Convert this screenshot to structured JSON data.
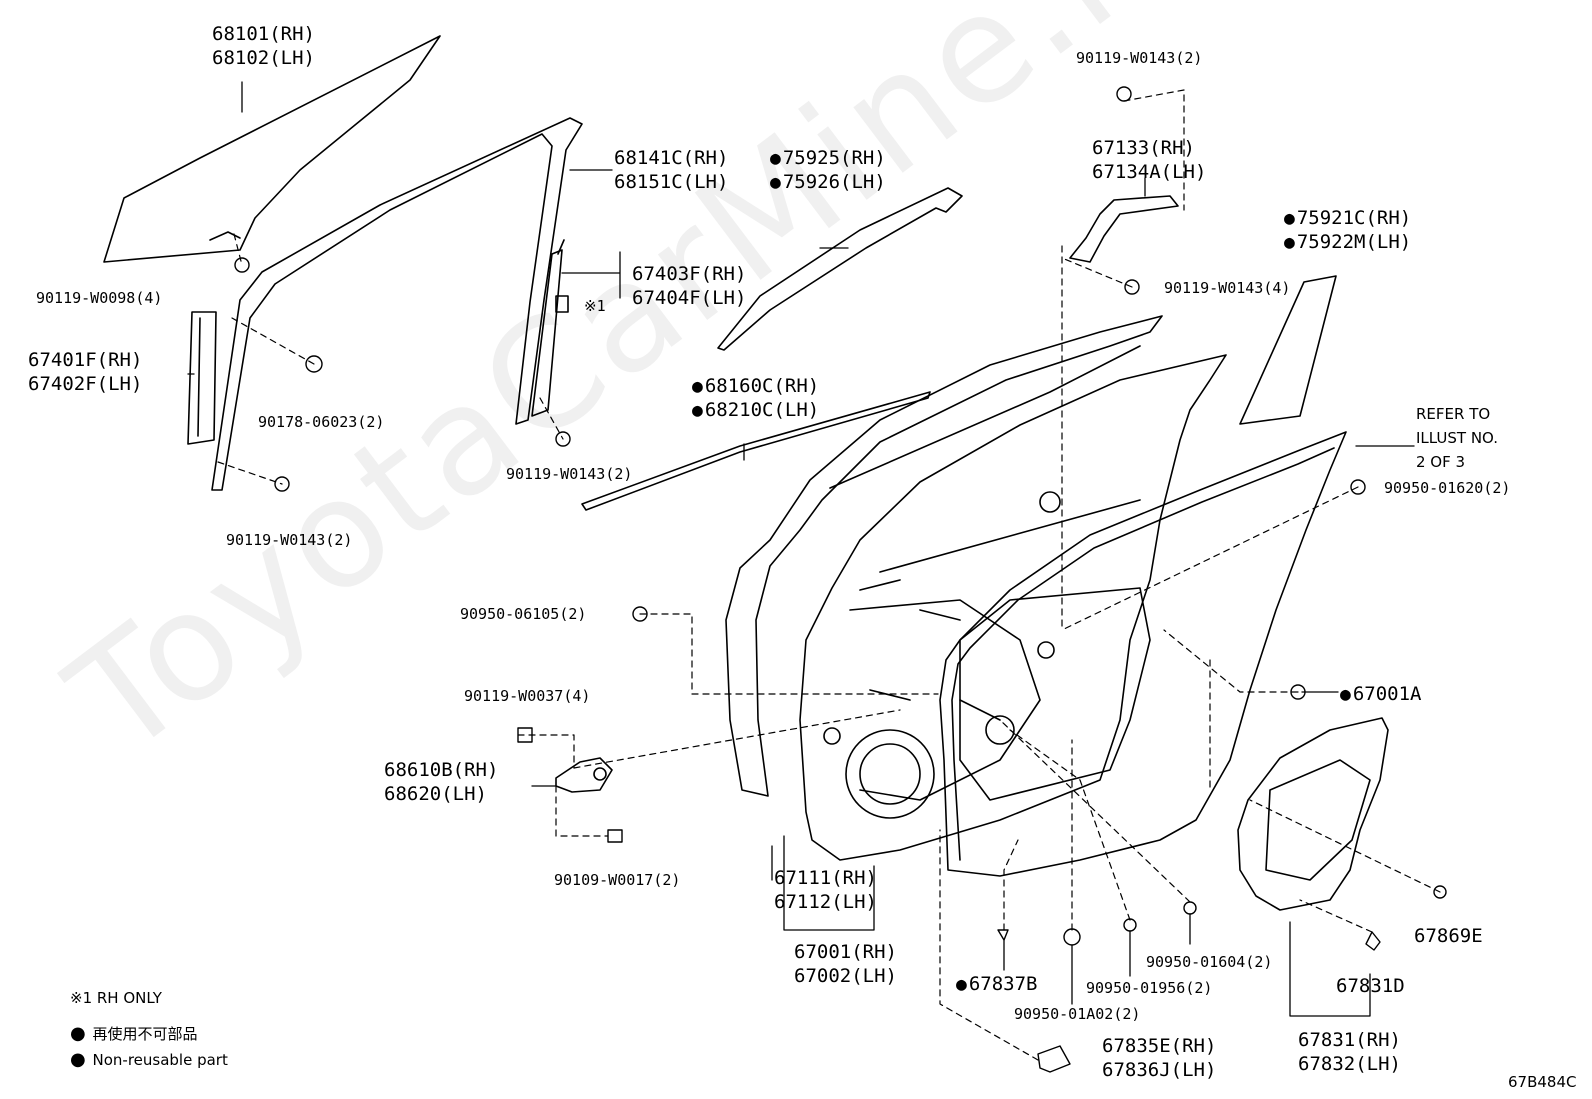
{
  "watermark": "ToyotaCarMine.ru",
  "diagram_code": "67B484C",
  "parts": {
    "glass": [
      "68101(RH)",
      "68102(LH)"
    ],
    "glass_bolt": "90119-W0098(4)",
    "run_front": [
      "67401F(RH)",
      "67402F(LH)"
    ],
    "run_front_nut": "90178-06023(2)",
    "run_front_bolt": "90119-W0143(2)",
    "run_channel": [
      "68141C(RH)",
      "68151C(LH)"
    ],
    "rear_run": [
      "67403F(RH)",
      "67404F(LH)"
    ],
    "rear_run_note": "※1",
    "rear_run_bolt": "90119-W0143(2)",
    "moulding_upper": [
      "75925(RH)",
      "75926(LH)"
    ],
    "weatherstrip_belt": [
      "68160C(RH)",
      "68210C(LH)"
    ],
    "top_bolt": "90119-W0143(2)",
    "frame_sash": [
      "67133(RH)",
      "67134A(LH)"
    ],
    "frame_bolt": "90119-W0143(4)",
    "garnish": [
      "75921C(RH)",
      "75922M(LH)"
    ],
    "refer": [
      "REFER TO",
      "ILLUST NO.",
      "2 OF 3"
    ],
    "clip_right": "90950-01620(2)",
    "plug_a": "67001A",
    "plug_left": "90950-06105(2)",
    "hinge_bolt": "90119-W0037(4)",
    "hinge": [
      "68610B(RH)",
      "68620(LH)"
    ],
    "hinge_bolt_lower": "90109-W0017(2)",
    "outer_panel": [
      "67111(RH)",
      "67112(LH)"
    ],
    "door_assy": [
      "67001(RH)",
      "67002(LH)"
    ],
    "clip_b": "67837B",
    "plug_a02": "90950-01A02(2)",
    "plug_956": "90950-01956(2)",
    "plug_604": "90950-01604(2)",
    "cover": [
      "67835E(RH)",
      "67836J(LH)"
    ],
    "service_cover": [
      "67831(RH)",
      "67832(LH)"
    ],
    "clip_d": "67831D",
    "clip_e": "67869E"
  },
  "legend": {
    "note1": "※1 RH ONLY",
    "jp": "再使用不可部品",
    "en": "Non-reusable part",
    "bullet": "●"
  }
}
